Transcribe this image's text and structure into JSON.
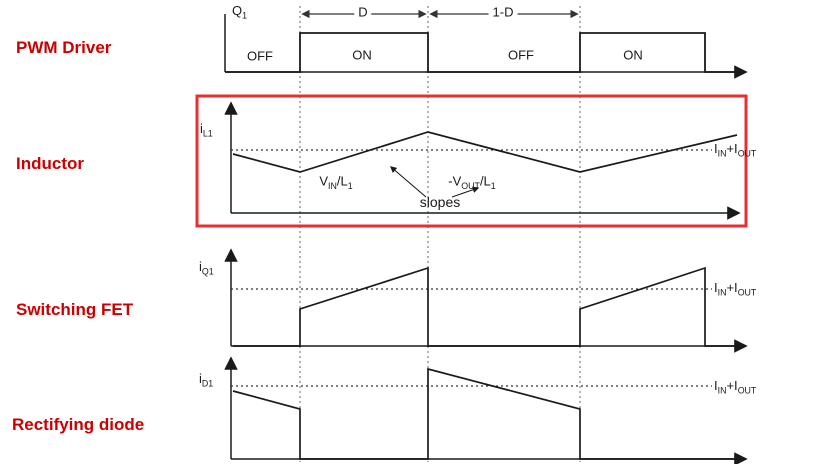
{
  "row_labels": {
    "pwm": "PWM Driver",
    "inductor": "Inductor",
    "fet": "Switching FET",
    "diode": "Rectifying diode"
  },
  "timing": {
    "d": "D",
    "one_minus_d": "1-D"
  },
  "pwm": {
    "axis": {
      "base": "Q",
      "sub": "1"
    },
    "segments": [
      "OFF",
      "ON",
      "OFF",
      "ON"
    ]
  },
  "signals": {
    "inductor": {
      "base": "i",
      "sub": "L1"
    },
    "fet": {
      "base": "i",
      "sub": "Q1"
    },
    "diode": {
      "base": "i",
      "sub": "D1"
    }
  },
  "level_label": {
    "p1": "I",
    "s1": "IN",
    "p2": "+I",
    "s2": "OUT"
  },
  "slopes": {
    "on": {
      "p1": "V",
      "s1": "IN",
      "p2": "/L",
      "s2": "1"
    },
    "off": {
      "p1": "-V",
      "s1": "OUT",
      "p2": "/L",
      "s2": "1"
    },
    "caption": "slopes"
  },
  "colors": {
    "label_red": "#cc0000",
    "highlight_red": "#e53030",
    "wave_black": "#1a1a1a"
  }
}
